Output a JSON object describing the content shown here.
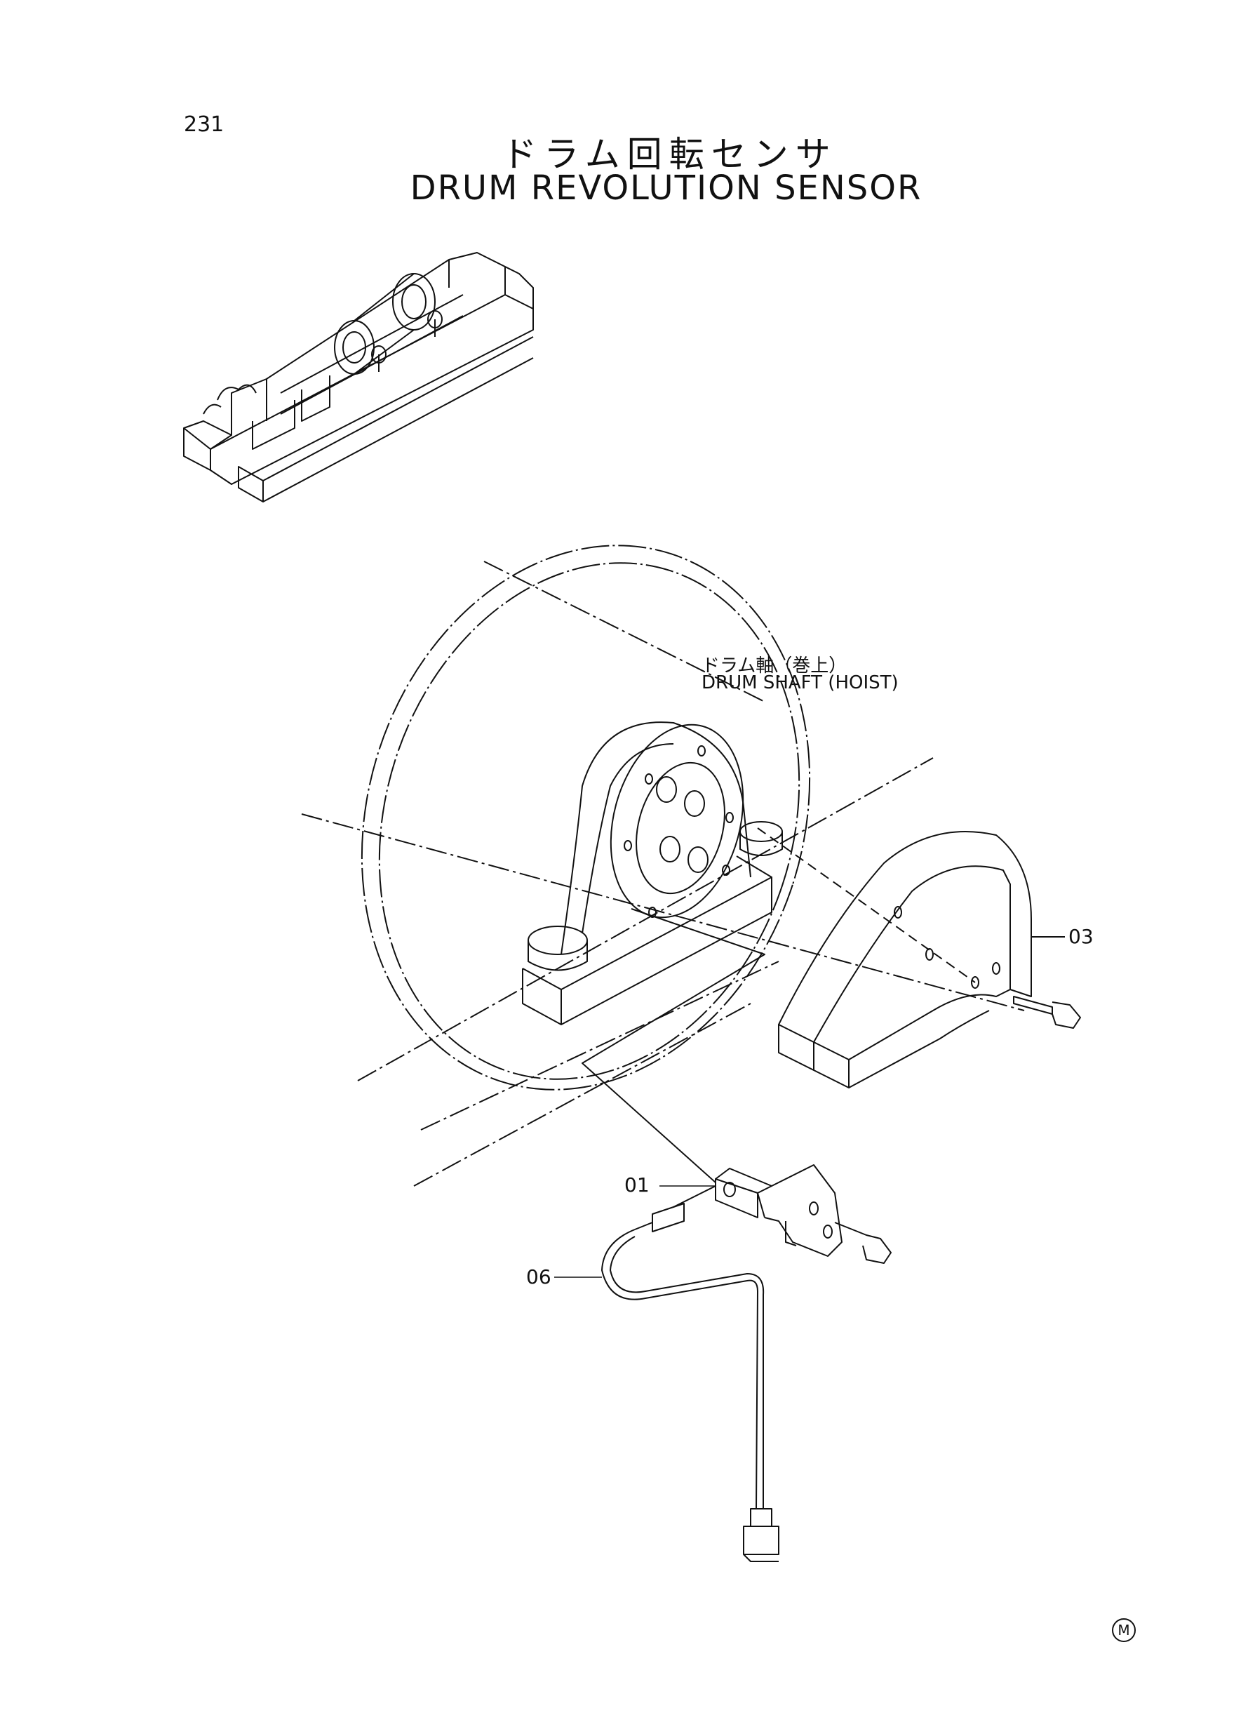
{
  "page_number": "231",
  "title": {
    "japanese": "ドラム回転センサ",
    "english": "DRUM REVOLUTION SENSOR"
  },
  "shaft_label": {
    "japanese": "ドラム軸（巻上）",
    "english": "DRUM SHAFT (HOIST)"
  },
  "callouts": {
    "part_01": "01",
    "part_03": "03",
    "part_06": "06"
  },
  "corner_mark": "M"
}
